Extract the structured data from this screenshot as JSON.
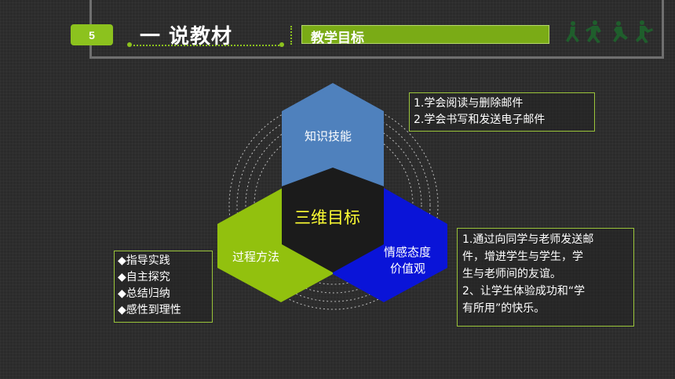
{
  "slide_number": "5",
  "section_title": "一 说教材",
  "subsection_label": "教学目标",
  "center_label": "三维目标",
  "hexagons": {
    "knowledge": "知识技能",
    "process": "过程方法",
    "emotion_line1": "情感态度",
    "emotion_line2": "价值观"
  },
  "knowledge_goals": [
    "1.学会阅读与删除邮件",
    "2.学会书写和发送电子邮件"
  ],
  "process_goals": [
    "◆指导实践",
    "◆自主探究",
    "◆总结归纳",
    "◆感性到理性"
  ],
  "emotion_goals": [
    "1.通过向同学与老师发送邮",
    "件，增进学生与学生，学",
    "生与老师间的友谊。",
    "2、让学生体验成功和“学",
    "有所用”的快乐。"
  ],
  "colors": {
    "background": "#2b2b2b",
    "accent_green": "#8cc21e",
    "knowledge_blue": "#4f81bd",
    "emotion_blue": "#0a14d8",
    "process_green": "#92c10e",
    "center_text": "#ffff33"
  },
  "icons": [
    "runner-figures-icon"
  ]
}
